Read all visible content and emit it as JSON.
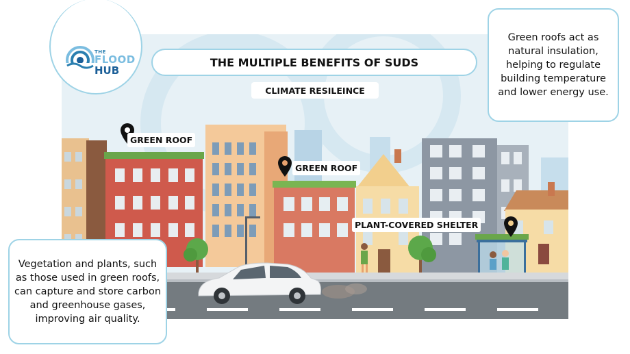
{
  "logo": {
    "line1": "THE",
    "line2": "FLOOD",
    "line3": "HUB"
  },
  "header": {
    "title": "THE MULTIPLE BENEFITS OF SUDS",
    "subtitle": "CLIMATE RESILEINCE"
  },
  "labels": {
    "green_roof_1": "GREEN ROOF",
    "green_roof_2": "GREEN ROOF",
    "shelter": "PLANT-COVERED SHELTER"
  },
  "callouts": {
    "right": "Green roofs act as natural insulation, helping to regulate building temperature and lower energy use.",
    "left": "Vegetation and plants, such as those used in green roofs, can capture and store carbon and greenhouse gases, improving air quality."
  },
  "colors": {
    "accent_border": "#9ed3e6",
    "brand_dark": "#1b5f98",
    "brand_light": "#7bbde0",
    "pin": "#111111",
    "pin_alt": "#e8a26f"
  }
}
